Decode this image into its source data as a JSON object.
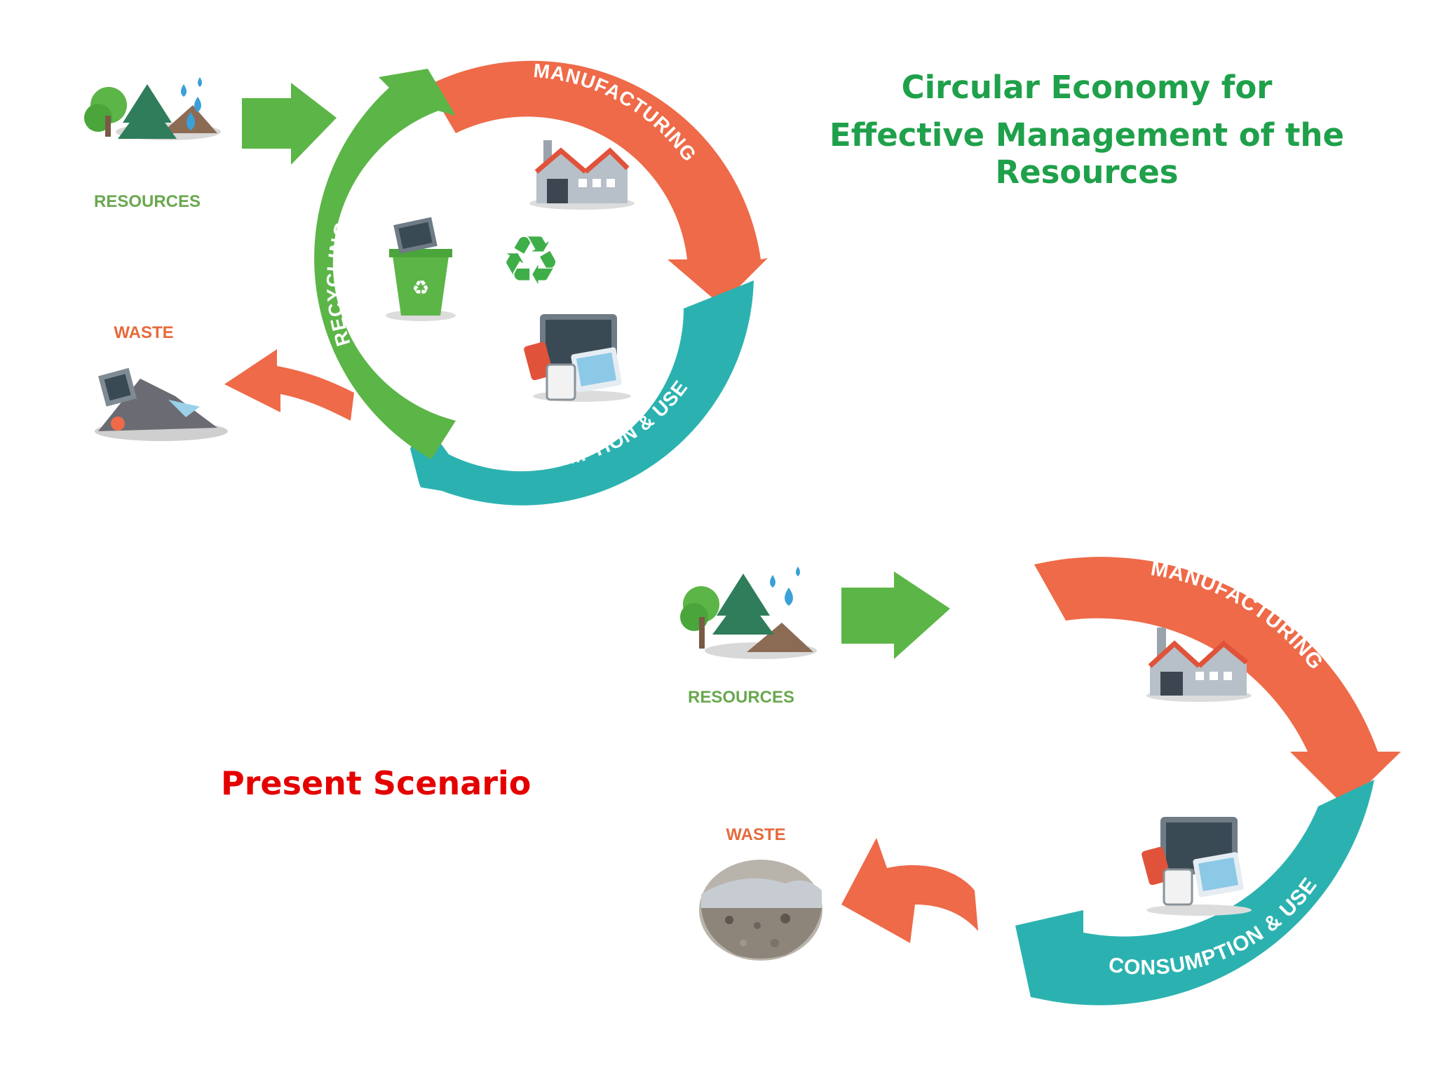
{
  "title": {
    "line1": "Circular Economy for",
    "line2": "Effective Management of the Resources"
  },
  "present_label": "Present Scenario",
  "circular_diagram": {
    "resources": "RESOURCES",
    "waste": "WASTE",
    "manufacturing": "MANUFACTURING",
    "consumption": "CONSUMPTION & USE",
    "recycling": "RECYCLING"
  },
  "linear_diagram": {
    "resources": "RESOURCES",
    "waste": "WASTE",
    "manufacturing": "MANUFACTURING",
    "consumption": "CONSUMPTION & USE"
  },
  "colors": {
    "green": "#5cb547",
    "orange": "#ee6a48",
    "teal": "#2bb2b0",
    "title": "#1fa04a",
    "present": "#e50000",
    "label_green": "#6aa84f",
    "label_orange": "#e66a3c"
  }
}
